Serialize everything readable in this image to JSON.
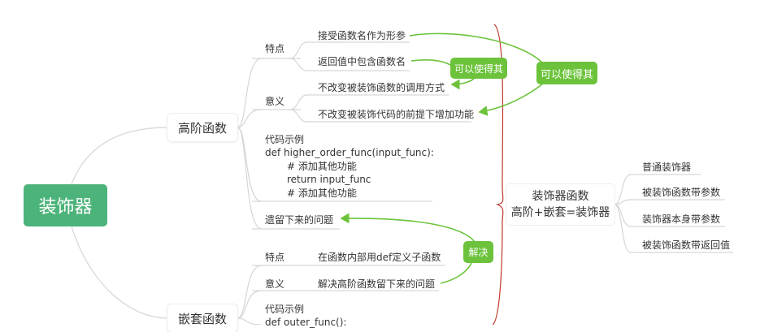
{
  "root": {
    "label": "装饰器"
  },
  "branches": {
    "higher_order": {
      "label": "高阶函数",
      "features_label": "特点",
      "features": [
        "接受函数名作为形参",
        "返回值中包含函数名"
      ],
      "meaning_label": "意义",
      "meaning": [
        "不改变被装饰函数的调用方式",
        "不改变被装饰代码的前提下增加功能"
      ],
      "code_lines": [
        "代码示例",
        "def higher_order_func(input_func):",
        "# 添加其他功能",
        "return input_func",
        "# 添加其他功能"
      ],
      "problem": "遗留下来的问题"
    },
    "nested": {
      "label": "嵌套函数",
      "features_label": "特点",
      "feature": "在函数内部用def定义子函数",
      "meaning_label": "意义",
      "meaning": "解决高阶函数留下来的问题",
      "code_lines": [
        "代码示例",
        "def outer_func():"
      ]
    }
  },
  "decorator_func": {
    "title": "装饰器函数",
    "formula": "高阶+嵌套=装饰器",
    "types": [
      "普通装饰器",
      "被装饰函数带参数",
      "装饰器本身带参数",
      "被装饰函数带返回值"
    ]
  },
  "badges": {
    "enable_small": "可以使得其",
    "enable_large": "可以使得其",
    "solve": "解决"
  },
  "colors": {
    "root": "#4cb37a",
    "badge": "#6cc33b",
    "arrow": "#6cc33b",
    "bracket": "#c0392b",
    "connector": "#d6d6d6"
  }
}
